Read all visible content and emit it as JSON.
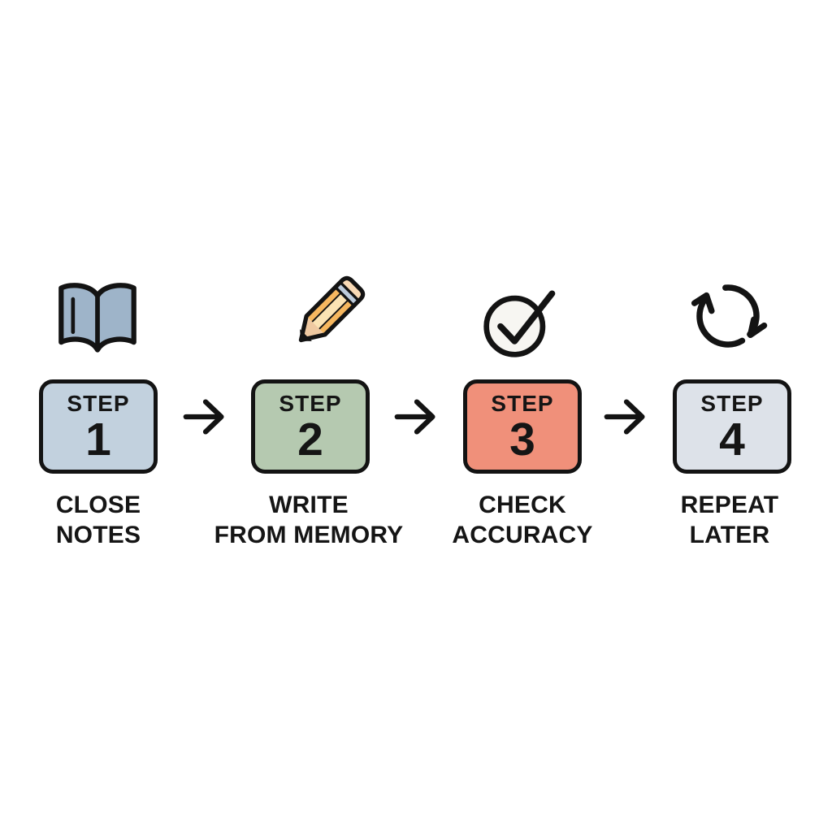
{
  "diagram": {
    "steps": [
      {
        "step_word": "STEP",
        "number": "1",
        "caption_lines": [
          "CLOSE",
          "NOTES"
        ],
        "icon": "open-book-icon",
        "box_fill": "#c2d1de"
      },
      {
        "step_word": "STEP",
        "number": "2",
        "caption_lines": [
          "WRITE",
          "FROM MEMORY"
        ],
        "icon": "pencil-icon",
        "box_fill": "#b5c9b0"
      },
      {
        "step_word": "STEP",
        "number": "3",
        "caption_lines": [
          "CHECK",
          "ACCURACY"
        ],
        "icon": "check-circle-icon",
        "box_fill": "#f0907a"
      },
      {
        "step_word": "STEP",
        "number": "4",
        "caption_lines": [
          "REPEAT",
          "LATER"
        ],
        "icon": "repeat-cycle-icon",
        "box_fill": "#dde2e9"
      }
    ],
    "colors": {
      "background": "#ffffff",
      "outline": "#131313",
      "text": "#151515",
      "book_fill": "#9eb4c9",
      "pencil_body": "#f6b75f",
      "pencil_stripe": "#fbe3b4",
      "pencil_ferrule": "#bdcbdb",
      "pencil_eraser": "#f8d9b5",
      "pencil_wood": "#efc9a1",
      "check_circle_fill": "#f7f6f2"
    }
  }
}
